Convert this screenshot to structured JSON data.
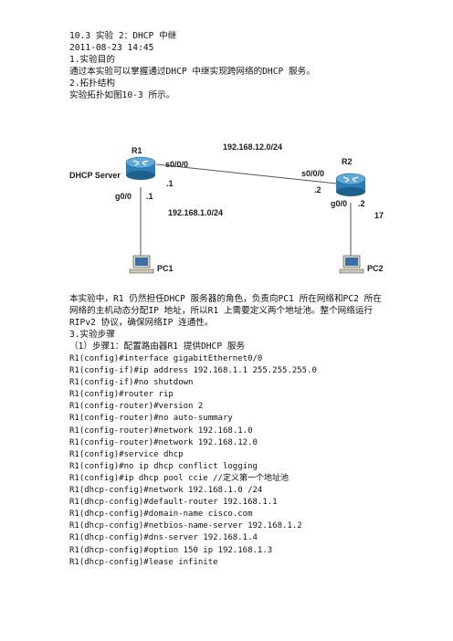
{
  "header": {
    "title": "10.3 实验 2：DHCP 中继",
    "datetime": "2011-08-23 14:45"
  },
  "section1": {
    "heading": "1.实验目的",
    "text": "通过本实验可以掌握通过DHCP 中继实现跨网络的DHCP 服务。"
  },
  "section2": {
    "heading": "2.拓扑结构",
    "text": "实验拓扑如图10-3 所示。"
  },
  "diagram": {
    "dhcp_server": "DHCP Server",
    "r1": "R1",
    "r2": "R2",
    "r1_s0": "s0/0/0",
    "r2_s0": "s0/0/0",
    "serial_net": "192.168.12.0/24",
    "r1_s_ip": ".1",
    "r2_s_ip": ".2",
    "r1_g0": "g0/0",
    "r1_g_ip": ".1",
    "r2_g0": "g0/0",
    "r2_g_ip": ".2",
    "lan1": "192.168.1.0/24",
    "lan2_cut": "17",
    "pc1": "PC1",
    "pc2": "PC2"
  },
  "intro": "本实验中，R1 仍然担任DHCP 服务器的角色，负责向PC1 所在网络和PC2 所在网络的主机动态分配IP 地址，所以R1 上需要定义两个地址池。整个网络运行RIPv2 协议，确保网络IP 连通性。",
  "section3": {
    "heading": "3.实验步骤",
    "step1": "（1）步骤1：配置路由器R1 提供DHCP 服务"
  },
  "config_lines": [
    "R1(config)#interface gigabitEthernet0/0",
    "R1(config-if)#ip address 192.168.1.1 255.255.255.0",
    "R1(config-if)#no shutdown",
    "R1(config)#router rip",
    "R1(config-router)#version 2",
    "R1(config-router)#no auto-summary",
    "R1(config-router)#network 192.168.1.0",
    "R1(config-router)#network 192.168.12.0",
    "R1(config)#service dhcp",
    "R1(config)#no ip dhcp conflict logging",
    "R1(config)#ip dhcp pool ccie //定义第一个地址池",
    "R1(dhcp-config)#network 192.168.1.0 /24",
    "R1(dhcp-config)#default-router 192.168.1.1",
    "R1(dhcp-config)#domain-name cisco.com",
    "R1(dhcp-config)#netbios-name-server 192.168.1.2",
    "R1(dhcp-config)#dns-server 192.168.1.4",
    "R1(dhcp-config)#option 150 ip 192.168.1.3",
    "R1(dhcp-config)#lease infinite"
  ]
}
